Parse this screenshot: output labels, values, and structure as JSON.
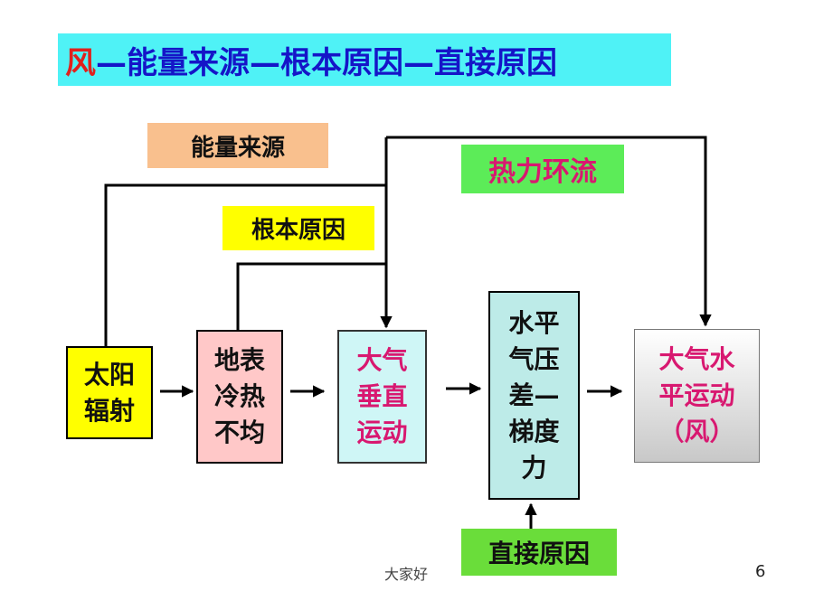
{
  "title": {
    "part1": "风",
    "part2": "—能量来源—根本原因—直接原因"
  },
  "labels": {
    "energy_source": "能量来源",
    "thermal_circulation": "热力环流",
    "root_cause": "根本原因",
    "direct_cause": "直接原因"
  },
  "boxes": {
    "solar_radiation": "太阳\n辐射",
    "surface_uneven_heating": "地表\n冷热\n不均",
    "vertical_air_motion": "大气\n垂直\n运动",
    "pressure_gradient_force": "水平\n气压\n差—\n梯度\n力",
    "horizontal_air_motion": "大气水\n平运动\n（风）"
  },
  "footer": {
    "caption": "大家好",
    "page_number": "6"
  },
  "colors": {
    "title_bg": "#4ff2f6",
    "title_red": "#e0211d",
    "title_blue": "#1515c8",
    "energy_bg": "#f9c08e",
    "thermal_bg": "#5cec58",
    "thermal_text": "#d81870",
    "root_bg": "#ffff00",
    "direct_bg": "#6add3a",
    "solar_bg": "#ffff00",
    "surface_bg": "#ffc8c8",
    "vertical_bg": "#cff6f6",
    "vertical_text": "#d81870",
    "pressure_bg": "#bdebe8",
    "horizontal_text": "#d81870"
  }
}
